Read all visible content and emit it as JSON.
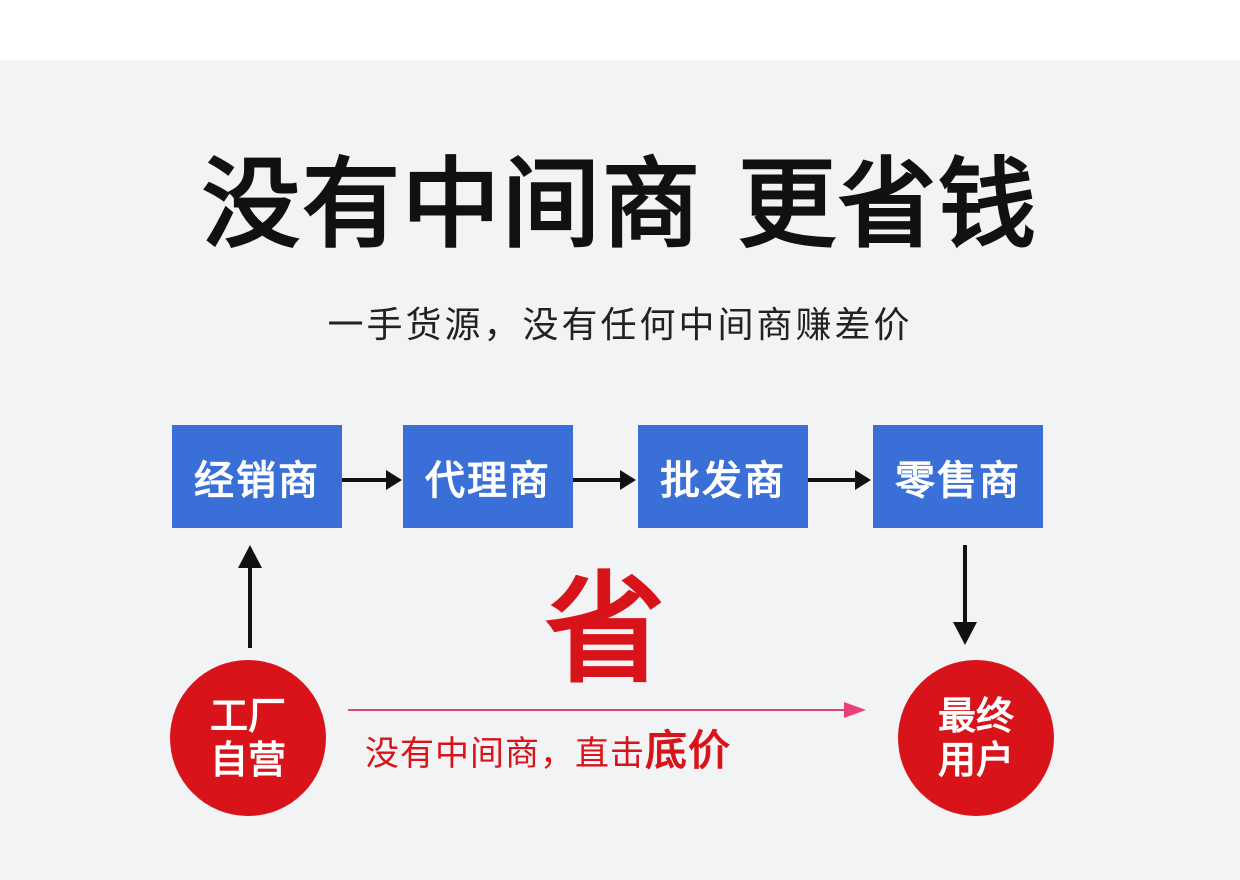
{
  "title": "没有中间商 更省钱",
  "subtitle": "一手货源，没有任何中间商赚差价",
  "chain": [
    "经销商",
    "代理商",
    "批发商",
    "零售商"
  ],
  "factory": {
    "line1": "工厂",
    "line2": "自营"
  },
  "end_user": {
    "line1": "最终",
    "line2": "用户"
  },
  "save_char": "省",
  "note": {
    "text": "没有中间商，直击",
    "emphasis": "底价"
  },
  "colors": {
    "blue_box": "#3a6fd8",
    "red": "#d8141a",
    "arrow_pink": "#e8407a"
  }
}
